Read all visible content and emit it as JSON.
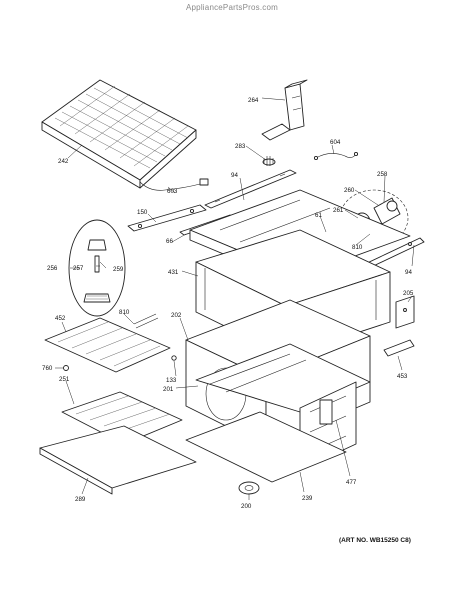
{
  "header": {
    "site": "AppliancePartsPros.com"
  },
  "footer": {
    "art_no": "(ART NO. WB15250 C8)"
  },
  "callouts": {
    "c242": "242",
    "c264": "264",
    "c283": "283",
    "c604": "604",
    "c603": "603",
    "c94a": "94",
    "c258": "258",
    "c260": "260",
    "c261": "261",
    "c61": "61",
    "c810a": "810",
    "c150": "150",
    "c66": "66",
    "c256": "256",
    "c257": "257",
    "c259": "259",
    "c431": "431",
    "c94b": "94",
    "c205": "205",
    "c452": "452",
    "c810b": "810",
    "c202": "202",
    "c760": "760",
    "c133": "133",
    "c201": "201",
    "c453": "453",
    "c251": "251",
    "c477": "477",
    "c289": "289",
    "c200": "200",
    "c239": "239"
  }
}
